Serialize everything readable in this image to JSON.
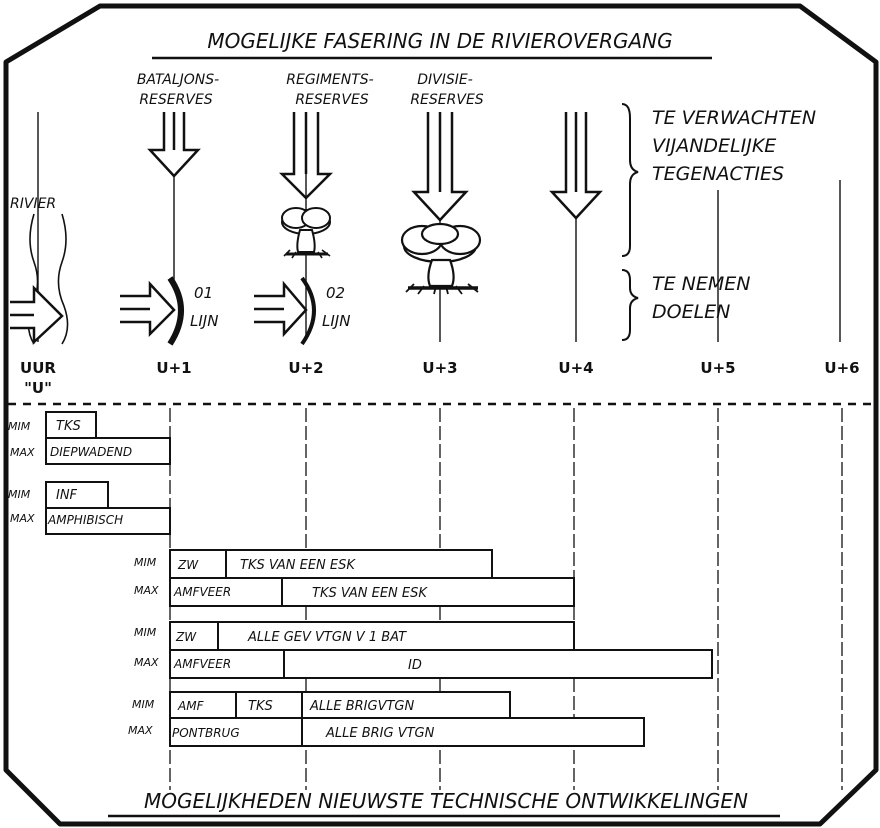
{
  "title": "MOGELIJKE FASERING IN DE RIVIEROVERGANG",
  "footer": "MOGELIJKHEDEN NIEUWSTE TECHNISCHE ONTWIKKELINGEN",
  "reserves": {
    "battalion": [
      "BATALJONS-",
      "RESERVES"
    ],
    "regiment": [
      "REGIMENTS-",
      "RESERVES"
    ],
    "division": [
      "DIVISIE-",
      "RESERVES"
    ]
  },
  "brackets": {
    "enemy": [
      "TE VERWACHTEN",
      "VIJANDELIJKE",
      "TEGENACTIES"
    ],
    "objectives": [
      "TE NEMEN",
      "DOELEN"
    ]
  },
  "river_label": "RIVIER",
  "objective_lines": {
    "o1": [
      "01",
      "LIJN"
    ],
    "o2": [
      "02",
      "LIJN"
    ]
  },
  "time_axis": {
    "ticks": [
      "UUR",
      "\"U\"",
      "U+1",
      "U+2",
      "U+3",
      "U+4",
      "U+5",
      "U+6"
    ]
  },
  "phase_groups": [
    {
      "min_label": "MIM",
      "max_label": "MAX",
      "min_cells": [
        "TKS"
      ],
      "max_cells": [
        "DIEPWADEND"
      ]
    },
    {
      "min_label": "MIM",
      "max_label": "MAX",
      "min_cells": [
        "INF"
      ],
      "max_cells": [
        "AMPHIBISCH"
      ]
    },
    {
      "min_label": "MIM",
      "max_label": "MAX",
      "min_cells": [
        "ZW",
        "TKS VAN EEN ESK"
      ],
      "max_cells": [
        "AMFVEER",
        "TKS VAN EEN ESK"
      ]
    },
    {
      "min_label": "MIM",
      "max_label": "MAX",
      "min_cells": [
        "ZW",
        "ALLE GEV VTGN V 1 BAT"
      ],
      "max_cells": [
        "AMFVEER",
        "ID"
      ]
    },
    {
      "min_label": "MIM",
      "max_label": "MAX",
      "min_cells": [
        "AMF",
        "TKS",
        "ALLE BRIGVTGN"
      ],
      "max_cells": [
        "PONTBRUG",
        "ALLE BRIG VTGN"
      ]
    }
  ]
}
